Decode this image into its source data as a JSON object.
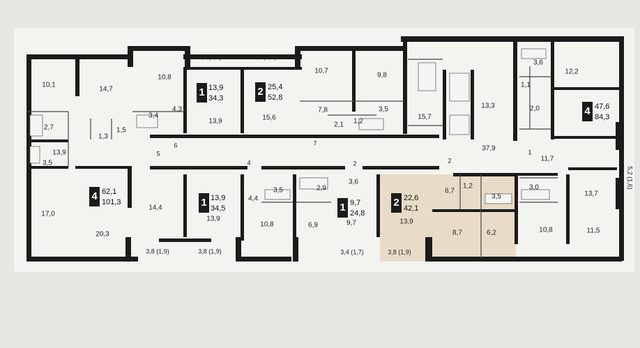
{
  "rooms": {
    "r101": "10,1",
    "r147": "14,7",
    "r108": "10,8",
    "r38a": "3,8 (1,9)",
    "r42": "4,2 (2,1)",
    "r107": "10,7",
    "r98": "9,8",
    "r122": "12,2",
    "r36a": "3,6",
    "r27": "2,7",
    "r34": "3,4",
    "r43": "4,3",
    "r139a": "13,9",
    "r156": "15,6",
    "r78": "7,8",
    "r21": "2,1",
    "r12a": "1,2",
    "r35a": "3,5",
    "r157": "15,7",
    "r133": "13,3",
    "r11": "1,1",
    "r20": "2,0",
    "r13": "1,3",
    "r15": "1,5",
    "r139b": "13,9",
    "r35b": "3,5",
    "r379": "37,9",
    "r117": "11,7",
    "r170": "17,0",
    "r203": "20,3",
    "r144": "14,4",
    "r139c": "13,9",
    "r44": "4,4",
    "r35c": "3,5",
    "r108b": "10,8",
    "r29": "2,9",
    "r69": "6,9",
    "r36b": "3,6",
    "r97": "9,7",
    "r139d": "13,9",
    "r67": "6,7",
    "r12b": "1,2",
    "r35d": "3,5",
    "r30": "3,0",
    "r137": "13,7",
    "r87": "8,7",
    "r62": "6,2",
    "r108c": "10,8",
    "r115": "11,5",
    "r38b": "3,8 (1,9)",
    "r38c": "3,8 (1,9)",
    "r34b": "3,4 (1,7)",
    "r38d": "3,8 (1,9)",
    "r52": "5,2 (1,6)"
  },
  "doors": {
    "d5": "5",
    "d6": "6",
    "d7": "7",
    "d4": "4",
    "d2a": "2",
    "d2b": "2",
    "d1": "1"
  },
  "apartments": [
    {
      "rooms": "1",
      "living": "13,9",
      "total": "34,3"
    },
    {
      "rooms": "2",
      "living": "25,4",
      "total": "52,8"
    },
    {
      "rooms": "4",
      "living": "47,6",
      "total": "84,3"
    },
    {
      "rooms": "4",
      "living": "62,1",
      "total": "101,3"
    },
    {
      "rooms": "1",
      "living": "13,9",
      "total": "34,5"
    },
    {
      "rooms": "1",
      "living": "9,7",
      "total": "24,8"
    },
    {
      "rooms": "2",
      "living": "22,6",
      "total": "42,1"
    }
  ],
  "colors": {
    "wall": "#1b1b1b",
    "highlight": "#e8dcc8",
    "badge": "#1b1b1b",
    "paper": "#f3f3f0"
  }
}
